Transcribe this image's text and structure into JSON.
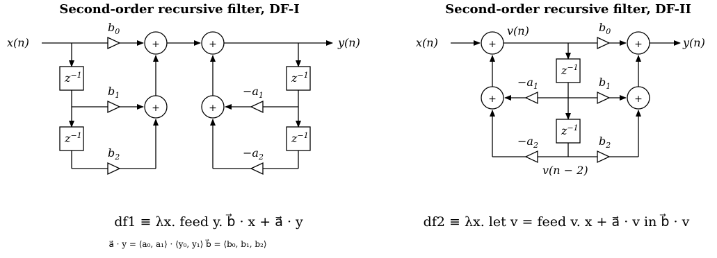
{
  "df1": {
    "title": "Second-order recursive filter, DF-I",
    "input": "x(n)",
    "output": "y(n)",
    "delay": "z",
    "delay_exp": "−1",
    "gain_b0": "b",
    "gain_b0_sub": "0",
    "gain_b1": "b",
    "gain_b1_sub": "1",
    "gain_b2": "b",
    "gain_b2_sub": "2",
    "gain_a1": "−a",
    "gain_a1_sub": "1",
    "gain_a2": "−a",
    "gain_a2_sub": "2",
    "adder_symbol": "+",
    "equation": "df1 ≡ λx. feed y. b⃗ · x + a⃗ · y",
    "equation_sub": "a⃗ · y = ⟨a₀, a₁⟩ · ⟨y₀, y₁⟩    b⃗ = ⟨b₀, b₁, b₂⟩"
  },
  "df2": {
    "title": "Second-order recursive filter, DF-II",
    "input": "x(n)",
    "output": "y(n)",
    "state": "v(n)",
    "state_delayed": "v(n − 2)",
    "delay": "z",
    "delay_exp": "−1",
    "gain_b0": "b",
    "gain_b0_sub": "0",
    "gain_b1": "b",
    "gain_b1_sub": "1",
    "gain_b2": "b",
    "gain_b2_sub": "2",
    "gain_a1": "−a",
    "gain_a1_sub": "1",
    "gain_a2": "−a",
    "gain_a2_sub": "2",
    "adder_symbol": "+",
    "equation": "df2 ≡ λx. let v = feed v. x + a⃗ · v in b⃗ · v"
  }
}
